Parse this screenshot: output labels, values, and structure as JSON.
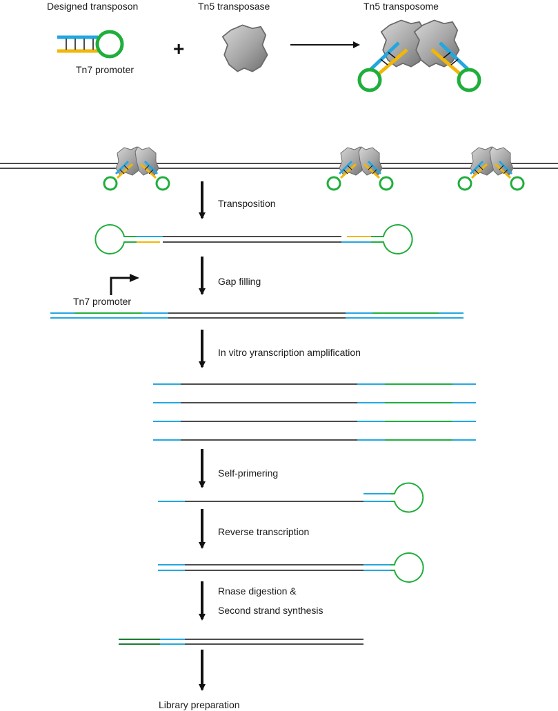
{
  "header": {
    "designed_transposon": "Designed transposon",
    "tn5_transposase": "Tn5 transposase",
    "tn5_transposome": "Tn5 transposome",
    "tn7_promoter_top": "Tn7 promoter",
    "plus": "+"
  },
  "steps": {
    "transposition": "Transposition",
    "gap_filling": "Gap filling",
    "tn7_promoter_mid": "Tn7 promoter",
    "ivt": "In vitro yranscription amplification",
    "self_primering": "Self-primering",
    "reverse_transcription": "Reverse transcription",
    "rnase_line1": "Rnase digestion &",
    "rnase_line2": "Second strand synthesis",
    "library_preparation": "Library preparation"
  },
  "colors": {
    "adapter": "#22a7e0",
    "mosaic_end": "#f2b705",
    "promoter": "#1fae3c",
    "second_strand": "#1a7a33",
    "protein": "#9a9a9a"
  }
}
